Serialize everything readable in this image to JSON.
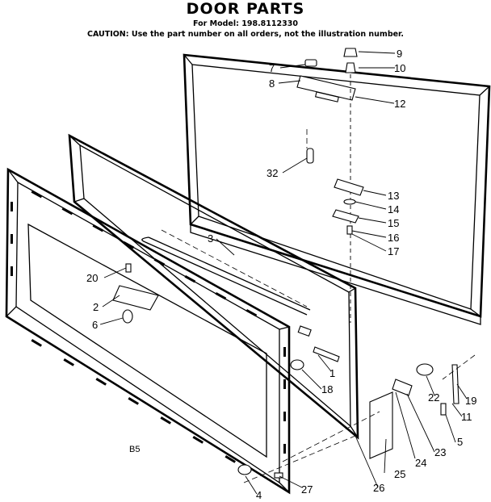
{
  "header": {
    "title": "DOOR PARTS",
    "model_line": "For Model: 198.8112330",
    "caution": "CAUTION: Use the part number on all orders, not the illustration number."
  },
  "diagram": {
    "code": "B5",
    "callouts": [
      {
        "n": "9"
      },
      {
        "n": "10"
      },
      {
        "n": "7"
      },
      {
        "n": "8"
      },
      {
        "n": "12"
      },
      {
        "n": "32"
      },
      {
        "n": "13"
      },
      {
        "n": "14"
      },
      {
        "n": "15"
      },
      {
        "n": "16"
      },
      {
        "n": "17"
      },
      {
        "n": "3"
      },
      {
        "n": "20"
      },
      {
        "n": "2"
      },
      {
        "n": "6"
      },
      {
        "n": "1"
      },
      {
        "n": "18"
      },
      {
        "n": "22"
      },
      {
        "n": "19"
      },
      {
        "n": "11"
      },
      {
        "n": "23"
      },
      {
        "n": "5"
      },
      {
        "n": "24"
      },
      {
        "n": "25"
      },
      {
        "n": "26"
      },
      {
        "n": "27"
      },
      {
        "n": "4"
      }
    ]
  }
}
